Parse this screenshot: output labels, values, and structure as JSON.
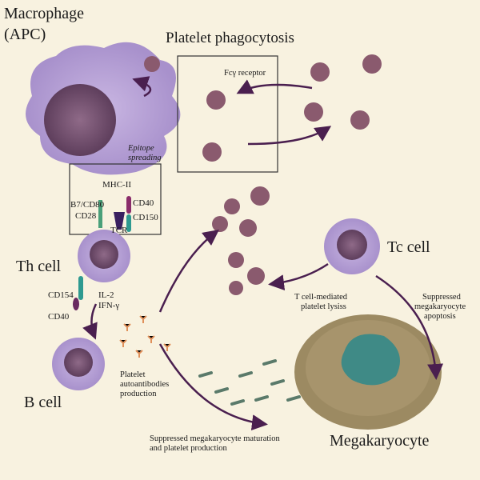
{
  "labels": {
    "macrophage": "Macrophage",
    "apc": "(APC)",
    "platelet_phagocytosis": "Platelet phagocytosis",
    "fc_receptor": "Fcγ receptor",
    "epitope_spreading_1": "Epitope",
    "epitope_spreading_2": "spreading",
    "mhc": "MHC-II",
    "b7": "B7/CD80",
    "cd28": "CD28",
    "cd40_top": "CD40",
    "cd150": "CD150",
    "tcr": "TCR",
    "th_cell": "Th cell",
    "cd154": "CD154",
    "cd40_bottom": "CD40",
    "il2": "IL-2",
    "ifn": "IFN-γ",
    "b_cell": "B cell",
    "autoantibodies": [
      "Platelet",
      "autoantibodies",
      "production"
    ],
    "suppressed_maturation": [
      "Suppressed megakaryocyte maturation",
      "and platelet production"
    ],
    "tc_cell": "Tc cell",
    "lysis": [
      "T cell-mediated",
      "platelet lysiss"
    ],
    "apoptosis": [
      "Suppressed",
      "megakaryocyte",
      "apoptosis"
    ],
    "megakaryocyte": "Megakaryocyte"
  },
  "colors": {
    "background": "#f8f2e0",
    "cell": "#b9a3d6",
    "platelet": "#8a5a6e",
    "arrow": "#4a1f4f",
    "megakaryocyte": "#8b7a5a",
    "nucleus": "#3f8a86"
  }
}
